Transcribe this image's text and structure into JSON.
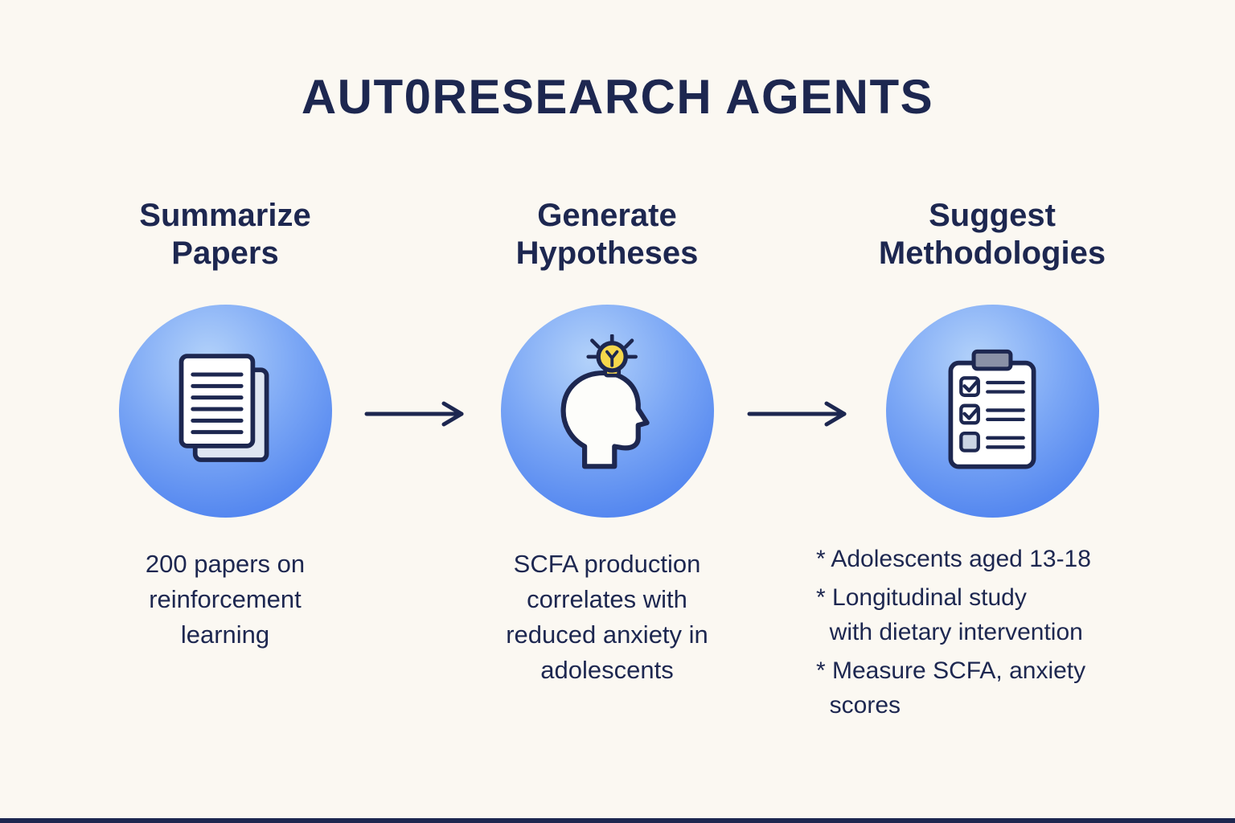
{
  "title": "AUT0RESEARCH AGENTS",
  "steps": [
    {
      "heading": "Summarize\nPapers",
      "icon": "papers-icon",
      "caption": "200 papers on\nreinforcement\nlearning"
    },
    {
      "heading": "Generate\nHypotheses",
      "icon": "head-lightbulb-icon",
      "caption": "SCFA production\ncorrelates with\nreduced anxiety  in\nadolescents"
    },
    {
      "heading": "Suggest\nMethodologies",
      "icon": "clipboard-checklist-icon",
      "bullets": [
        "* Adolescents aged 13-18",
        "* Longitudinal study\n  with dietary intervention",
        "* Measure SCFA, anxiety\n  scores"
      ]
    }
  ],
  "icons": {
    "step1": "papers-icon",
    "step2": "head-lightbulb-icon",
    "step3": "clipboard-checklist-icon",
    "connector": "arrow-right-icon"
  },
  "colors": {
    "background": "#fbf8f2",
    "text": "#1d2750",
    "circle_light": "#b3d2fa",
    "circle_dark": "#3d74ec",
    "bulb_yellow": "#f6d74b",
    "clip_gray": "#8a91a6",
    "page_back": "#dfe6f2",
    "unchecked_box": "#ccd5e4"
  }
}
